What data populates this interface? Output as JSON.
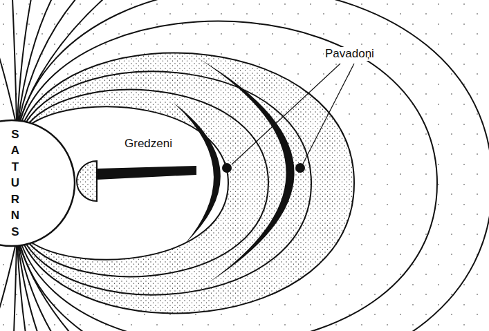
{
  "diagram": {
    "nodes": [
      {
        "text": [
          "SATURNS"
        ]
      }
    ],
    "labels": [
      "Gredzeni",
      "Pavadoņi"
    ]
  }
}
